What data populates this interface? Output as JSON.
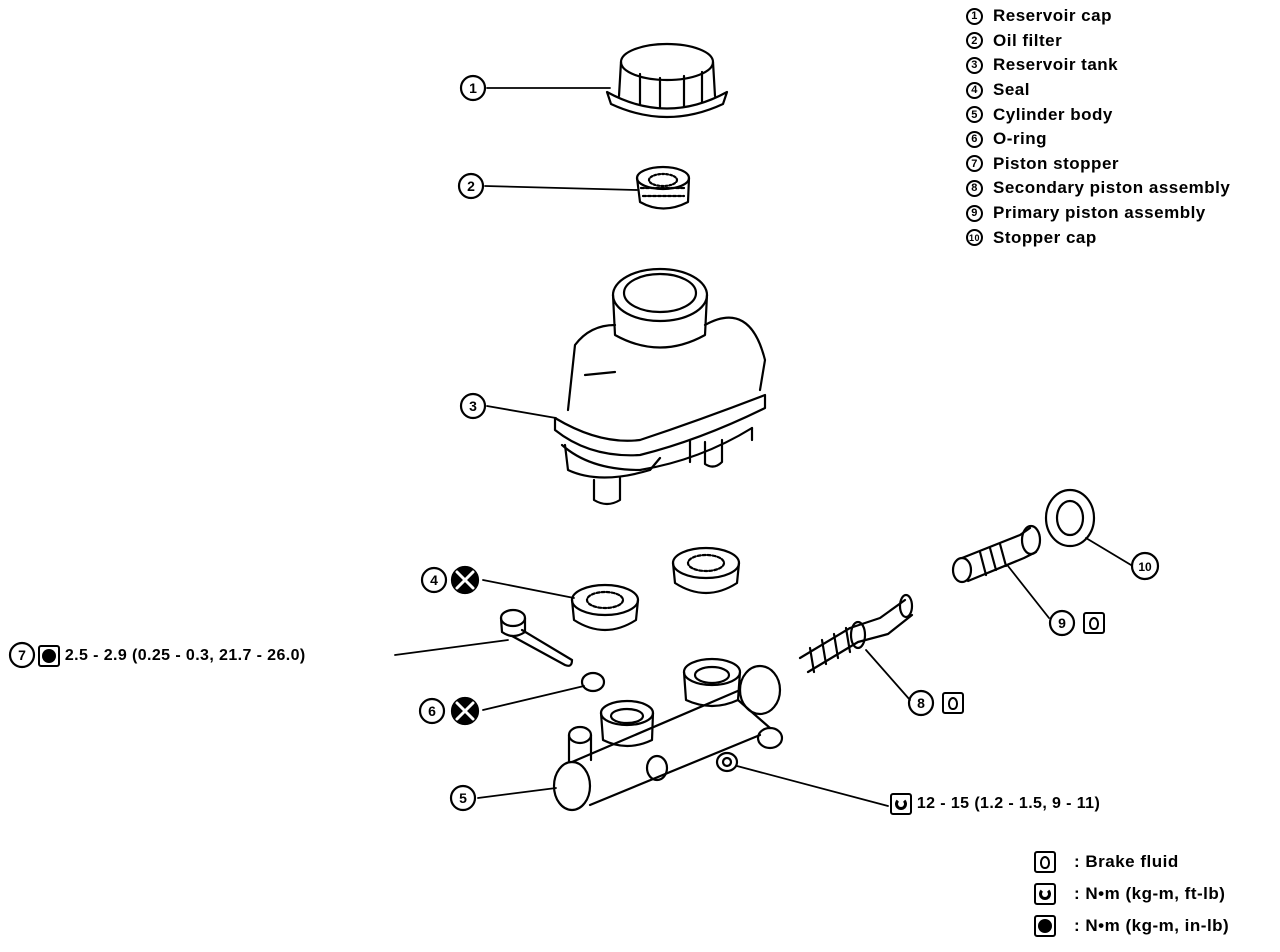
{
  "parts_list": [
    {
      "num": "1",
      "label": "Reservoir cap"
    },
    {
      "num": "2",
      "label": "Oil filter"
    },
    {
      "num": "3",
      "label": "Reservoir tank"
    },
    {
      "num": "4",
      "label": "Seal"
    },
    {
      "num": "5",
      "label": "Cylinder body"
    },
    {
      "num": "6",
      "label": "O-ring"
    },
    {
      "num": "7",
      "label": "Piston stopper"
    },
    {
      "num": "8",
      "label": "Secondary piston assembly"
    },
    {
      "num": "9",
      "label": "Primary piston assembly"
    },
    {
      "num": "10",
      "label": "Stopper cap"
    }
  ],
  "callouts": {
    "c1": "1",
    "c2": "2",
    "c3": "3",
    "c4": "4",
    "c5": "5",
    "c6": "6",
    "c7": "7",
    "c8": "8",
    "c9": "9",
    "c10": "10"
  },
  "torque_7": "2.5 - 2.9 (0.25 - 0.3, 21.7 - 26.0)",
  "torque_5": "12 - 15 (1.2 - 1.5, 9 - 11)",
  "legend": [
    {
      "icon": "brake-fluid-icon",
      "text": ": Brake fluid"
    },
    {
      "icon": "torque-ftlb-icon",
      "text": ": N•m (kg-m, ft-lb)"
    },
    {
      "icon": "torque-inlb-icon",
      "text": ": N•m (kg-m, in-lb)"
    }
  ]
}
